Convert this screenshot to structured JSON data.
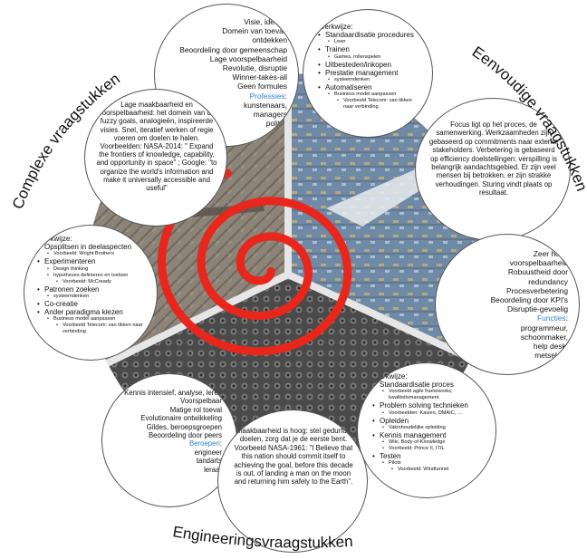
{
  "labels": {
    "complex": "Complexe vraagstukken",
    "simple": "Eenvoudige vraagstukken",
    "engineering": "Engineeringsvraagstukken"
  },
  "complex_top": {
    "lines": [
      "Visie, ideeën",
      "Domein van toeval,",
      "ontdekken",
      "Beoordeling door gemeenschap",
      "Lage voorspelbaarheid",
      "Revolutie, disruptie",
      "Winner-takes-all",
      "Geen formules"
    ],
    "role_label": "Professies",
    "role_suffix": ":",
    "roles": [
      "kunstenaars,",
      "managers",
      "politici"
    ]
  },
  "complex_mid": {
    "text": "Lage maakbaarheid en voorspelbaarheid: het domein van de fuzzy goals, analogieën, inspireerde visies. Snel, iteratief werken of regie voeren om doelen te halen. Voorbeelden: NASA-2014: \" Expand the frontiers of knowledge, capability, and opportunity in space\" ; Google: \"to organize the world's information and make it universally accessible and useful\""
  },
  "complex_work": {
    "heading": "Werkwijze:",
    "items": [
      {
        "t": "Opsplitsen in deelaspecten",
        "sub": [
          "Voorbeeld: Wright Brothers"
        ]
      },
      {
        "t": "Experimenteren",
        "sub": [
          "Design thinking",
          "hypotheses definieren en toetsen",
          "Voorbeeld: McCready"
        ]
      },
      {
        "t": "Patronen zoeken",
        "sub": [
          "systeemdenken"
        ]
      },
      {
        "t": "Co-creatie",
        "sub": []
      },
      {
        "t": "Ander paradigma kiezen",
        "sub": [
          "Business model aanpassen",
          "Voorbeeld Telecom: van tikken naar verbinding"
        ]
      }
    ]
  },
  "simple_work": {
    "heading": "Werkwijze:",
    "items": [
      {
        "t": "Standaardisatie procedures",
        "sub": [
          "Lean"
        ]
      },
      {
        "t": "Trainen",
        "sub": [
          "Games, rollenspelen"
        ]
      },
      {
        "t": "Uitbesteden/inkopen",
        "sub": []
      },
      {
        "t": "Prestatie management",
        "sub": [
          "systeemdenken"
        ]
      },
      {
        "t": "Automatiseren",
        "sub": [
          "Business model aanpassen",
          "Voorbeeld Telecom: van tikken naar verbinding"
        ]
      }
    ]
  },
  "simple_mid": {
    "text": "Focus ligt op het proces, de samenwerking. Werkzaamheden zijn gebaseerd op commitments naar externe stakeholders. Verbetering is gebaseerd op efficiency doelstellingen: verspilling is belangrijk aandachtsgebied. Er zijn veel mensen bij betrokken, er zijn strakke verhoudingen. Sturing vindt plaats op resultaat."
  },
  "simple_bottom": {
    "lines": [
      "Zeer hoge",
      "voorspelbaarheid",
      "Robuustheid door",
      "redundancy",
      "Procesverbetering",
      "Beoordeling door KPI's",
      "Disruptie-gevoelig"
    ],
    "role_label": "Functies",
    "role_suffix": ":",
    "roles": [
      "programmeur,",
      "schoonmaker,",
      "help desk,",
      "metselaar"
    ]
  },
  "eng_work": {
    "heading": "Werkwijze:",
    "items": [
      {
        "t": "Standaardisatie proces",
        "sub": [
          "Voorbeeld agile frameworks, kwaliteitsmanagement"
        ]
      },
      {
        "t": "Problem solving technieken",
        "sub": [
          "Voorbeelden: Kaizen, DMAIC, …"
        ]
      },
      {
        "t": "Opleiden",
        "sub": [
          "Vakinhoudelijke opleiding"
        ]
      },
      {
        "t": "Kennis management",
        "sub": [
          "Wiki, Body-of-Knowledge",
          "Voorbeeld: Prince II, ITIL"
        ]
      },
      {
        "t": "Testen",
        "sub": [
          "Pilots",
          "Voorbeeld: Windtunnel"
        ]
      }
    ]
  },
  "eng_mid": {
    "text": "Maakbaarheid is hoog: stel gedurfde doelen, zorg dat je de eerste bent. Voorbeeld NASA-1961: \"I Believe that this nation should commit itself to achieving the goal, before this decade is out, of landing a man on the moon and returning him safely to the Earth\"."
  },
  "eng_left": {
    "lines": [
      "Kennis intensief, analyse, leren",
      "Voorspelbaar",
      "Matige rol toeval",
      "Evolutionaire ontwikkeling",
      "Gildes, beroepsgroepen",
      "Beoordeling door peers"
    ],
    "role_label": "Beroepen",
    "role_suffix": ":",
    "roles": [
      "engineer",
      "tandarts",
      "leraar"
    ]
  },
  "colors": {
    "spiral": "#e8261b",
    "role_label": "#2f7fd0",
    "photo_complex": "#8c8478",
    "photo_simple": "#6f8aa6",
    "photo_engineering": "#4a4a4a"
  }
}
